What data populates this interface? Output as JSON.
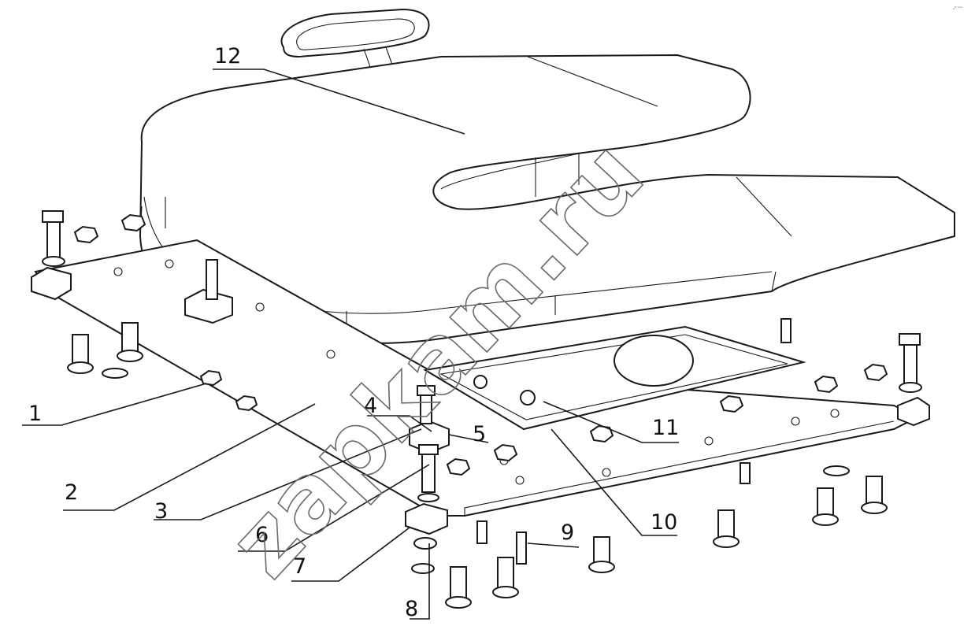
{
  "diagram": {
    "callouts": [
      {
        "id": "1",
        "text": "1"
      },
      {
        "id": "2",
        "text": "2"
      },
      {
        "id": "3",
        "text": "3"
      },
      {
        "id": "4",
        "text": "4"
      },
      {
        "id": "5",
        "text": "5"
      },
      {
        "id": "6",
        "text": "6"
      },
      {
        "id": "7",
        "text": "7"
      },
      {
        "id": "8",
        "text": "8"
      },
      {
        "id": "9",
        "text": "9"
      },
      {
        "id": "10",
        "text": "10"
      },
      {
        "id": "11",
        "text": "11"
      },
      {
        "id": "12",
        "text": "12"
      }
    ],
    "watermark": "zapkam.ru",
    "corner_mark": "ₐᴰ ᵒᵒᵒ"
  }
}
